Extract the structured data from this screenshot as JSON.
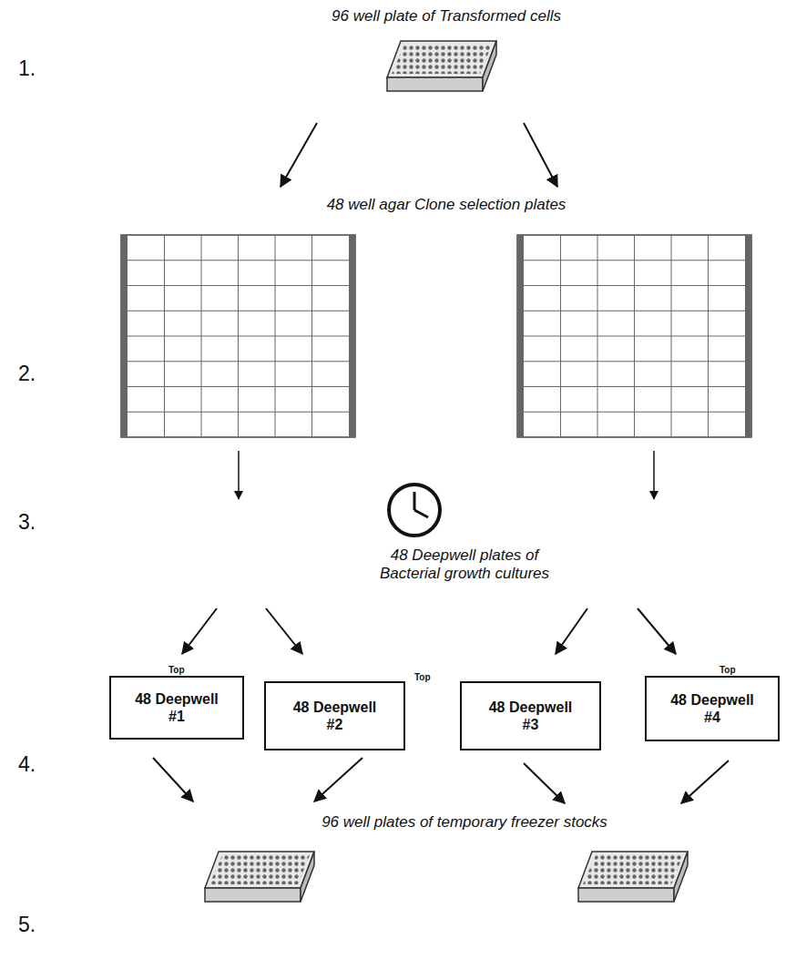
{
  "diagram": {
    "nodes": [
      {
        "text": [
          "48 Deepwell #1"
        ]
      },
      {
        "text": [
          "48 Deepwell #2"
        ]
      },
      {
        "text": [
          "48 Deepwell #3"
        ]
      },
      {
        "text": [
          "48 Deepwell #4"
        ]
      }
    ],
    "labels": [
      "1.",
      "96 well plate of Transformed cells",
      "48 well agar Clone selection plates",
      "2.",
      "3.",
      "48 Deepwell plates of Bacterial growth cultures",
      "Top",
      "Top",
      "Top",
      "4.",
      "96 well plates of temporary freezer stocks",
      "5."
    ]
  }
}
